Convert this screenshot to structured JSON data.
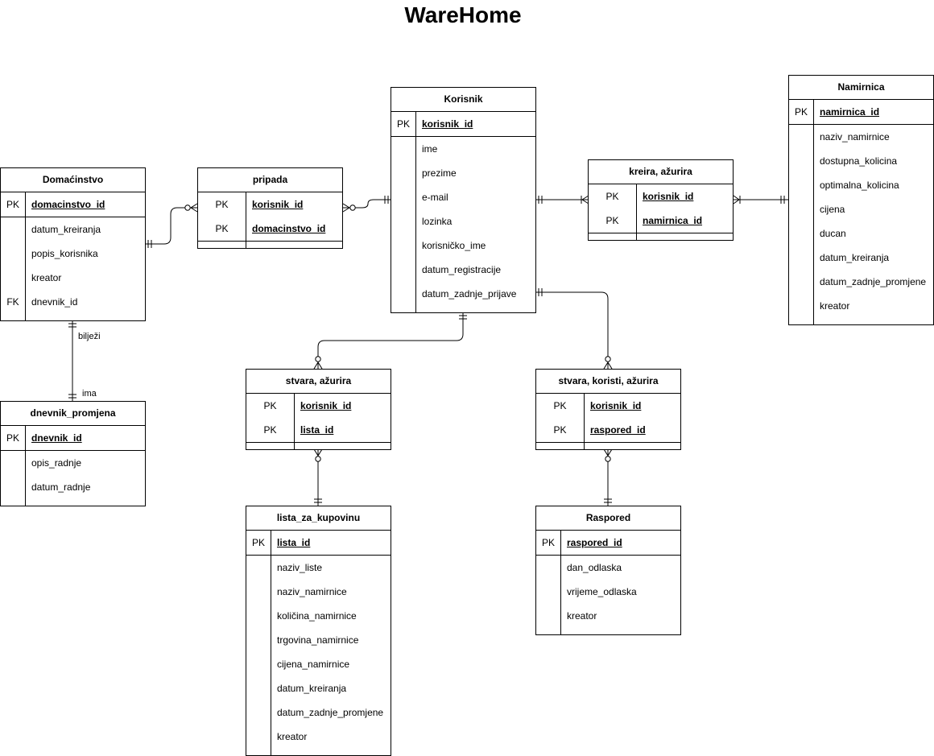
{
  "title": "WareHome",
  "entities": {
    "domacinstvo": {
      "name": "Domaćinstvo",
      "keys": [
        {
          "key": "PK",
          "name": "domacinstvo_id"
        }
      ],
      "attributes": [
        {
          "key": "",
          "name": "datum_kreiranja"
        },
        {
          "key": "",
          "name": "popis_korisnika"
        },
        {
          "key": "",
          "name": "kreator"
        },
        {
          "key": "FK",
          "name": "dnevnik_id"
        }
      ]
    },
    "pripada": {
      "name": "pripada",
      "keys": [
        {
          "key": "PK",
          "name": "korisnik_id"
        },
        {
          "key": "PK",
          "name": "domacinstvo_id"
        }
      ]
    },
    "korisnik": {
      "name": "Korisnik",
      "keys": [
        {
          "key": "PK",
          "name": "korisnik_id"
        }
      ],
      "attributes": [
        {
          "key": "",
          "name": "ime"
        },
        {
          "key": "",
          "name": "prezime"
        },
        {
          "key": "",
          "name": "e-mail"
        },
        {
          "key": "",
          "name": "lozinka"
        },
        {
          "key": "",
          "name": "korisničko_ime"
        },
        {
          "key": "",
          "name": "datum_registracije"
        },
        {
          "key": "",
          "name": "datum_zadnje_prijave"
        }
      ]
    },
    "kreira_azurira": {
      "name": "kreira, ažurira",
      "keys": [
        {
          "key": "PK",
          "name": "korisnik_id"
        },
        {
          "key": "PK",
          "name": "namirnica_id"
        }
      ]
    },
    "namirnica": {
      "name": "Namirnica",
      "keys": [
        {
          "key": "PK",
          "name": "namirnica_id"
        }
      ],
      "attributes": [
        {
          "key": "",
          "name": "naziv_namirnice"
        },
        {
          "key": "",
          "name": "dostupna_kolicina"
        },
        {
          "key": "",
          "name": "optimalna_kolicina"
        },
        {
          "key": "",
          "name": "cijena"
        },
        {
          "key": "",
          "name": "ducan"
        },
        {
          "key": "",
          "name": "datum_kreiranja"
        },
        {
          "key": "",
          "name": "datum_zadnje_promjene"
        },
        {
          "key": "",
          "name": "kreator"
        }
      ]
    },
    "dnevnik_promjena": {
      "name": "dnevnik_promjena",
      "keys": [
        {
          "key": "PK",
          "name": "dnevnik_id"
        }
      ],
      "attributes": [
        {
          "key": "",
          "name": "opis_radnje"
        },
        {
          "key": "",
          "name": "datum_radnje"
        }
      ]
    },
    "stvara_azurira": {
      "name": "stvara, ažurira",
      "keys": [
        {
          "key": "PK",
          "name": "korisnik_id"
        },
        {
          "key": "PK",
          "name": "lista_id"
        }
      ]
    },
    "stvara_koristi_azurira": {
      "name": "stvara, koristi, ažurira",
      "keys": [
        {
          "key": "PK",
          "name": "korisnik_id"
        },
        {
          "key": "PK",
          "name": "raspored_id"
        }
      ]
    },
    "lista_za_kupovinu": {
      "name": "lista_za_kupovinu",
      "keys": [
        {
          "key": "PK",
          "name": "lista_id"
        }
      ],
      "attributes": [
        {
          "key": "",
          "name": "naziv_liste"
        },
        {
          "key": "",
          "name": "naziv_namirnice"
        },
        {
          "key": "",
          "name": "količina_namirnice"
        },
        {
          "key": "",
          "name": "trgovina_namirnice"
        },
        {
          "key": "",
          "name": "cijena_namirnice"
        },
        {
          "key": "",
          "name": "datum_kreiranja"
        },
        {
          "key": "",
          "name": "datum_zadnje_promjene"
        },
        {
          "key": "",
          "name": "kreator"
        }
      ]
    },
    "raspored": {
      "name": "Raspored",
      "keys": [
        {
          "key": "PK",
          "name": "raspored_id"
        }
      ],
      "attributes": [
        {
          "key": "",
          "name": "dan_odlaska"
        },
        {
          "key": "",
          "name": "vrijeme_odlaska"
        },
        {
          "key": "",
          "name": "kreator"
        }
      ]
    }
  },
  "relation_labels": {
    "bilježi": "bilježi",
    "ima": "ima"
  }
}
